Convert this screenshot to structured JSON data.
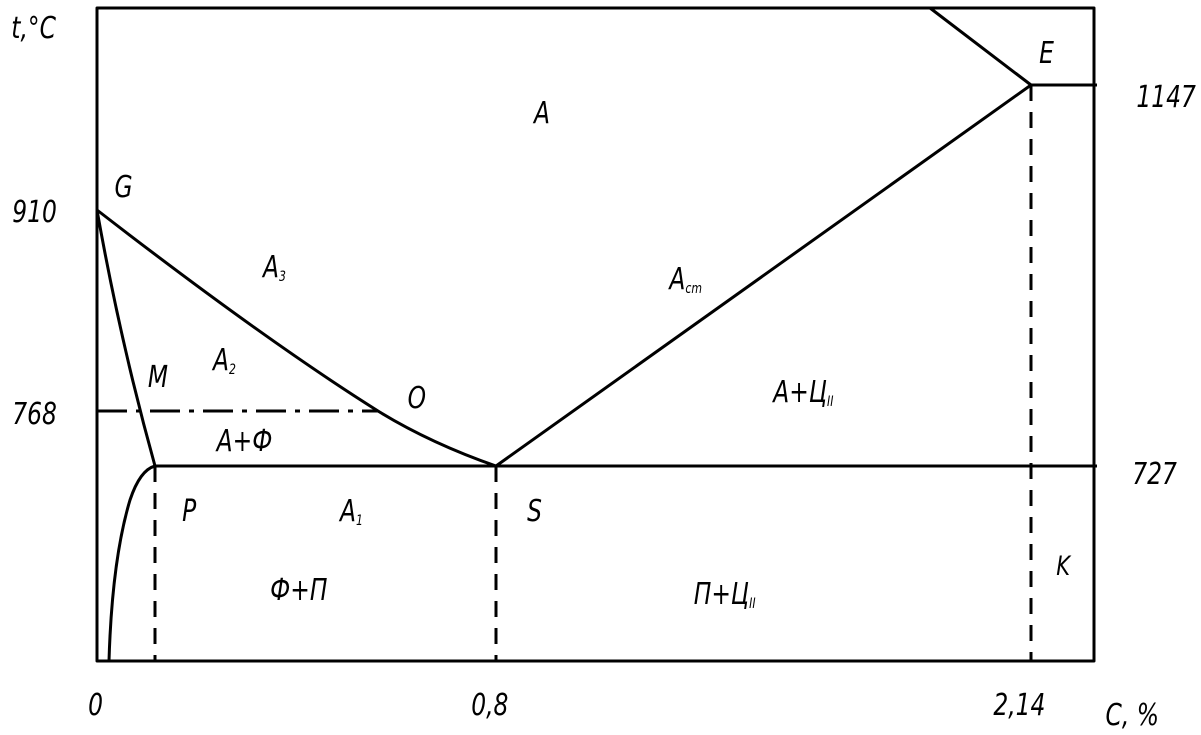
{
  "axes": {
    "y_label": "t,°C",
    "x_label": "C, %",
    "y_ticks": [
      "1147",
      "910",
      "768",
      "727"
    ],
    "x_ticks": [
      "0",
      "0,8",
      "2,14"
    ]
  },
  "points": {
    "G": "G",
    "E": "E",
    "M": "M",
    "O": "O",
    "P": "P",
    "S": "S",
    "K": "K"
  },
  "regions": {
    "austenite": "A",
    "a_plus_f": "A+Ф",
    "a_plus_c": "A+Ц",
    "c_sub": "II",
    "f_plus_p": "Ф+П",
    "p_plus_c": "П+Ц",
    "c2_sub": "II"
  },
  "lines": {
    "a3": {
      "main": "A",
      "sub": "3"
    },
    "a2": {
      "main": "A",
      "sub": "2"
    },
    "a1": {
      "main": "A",
      "sub": "1"
    },
    "acm": {
      "main": "A",
      "sub": "cm"
    }
  }
}
